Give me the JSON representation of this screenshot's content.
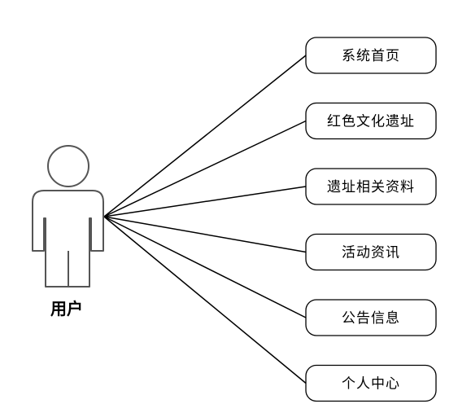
{
  "diagram": {
    "actor": {
      "label": "用户"
    },
    "use_cases": [
      {
        "label": "系统首页"
      },
      {
        "label": "红色文化遗址"
      },
      {
        "label": "遗址相关资料"
      },
      {
        "label": "活动资讯"
      },
      {
        "label": "公告信息"
      },
      {
        "label": "个人中心"
      }
    ],
    "colors": {
      "stroke": "#000000",
      "actor_stroke": "#555555",
      "background": "#ffffff"
    }
  }
}
